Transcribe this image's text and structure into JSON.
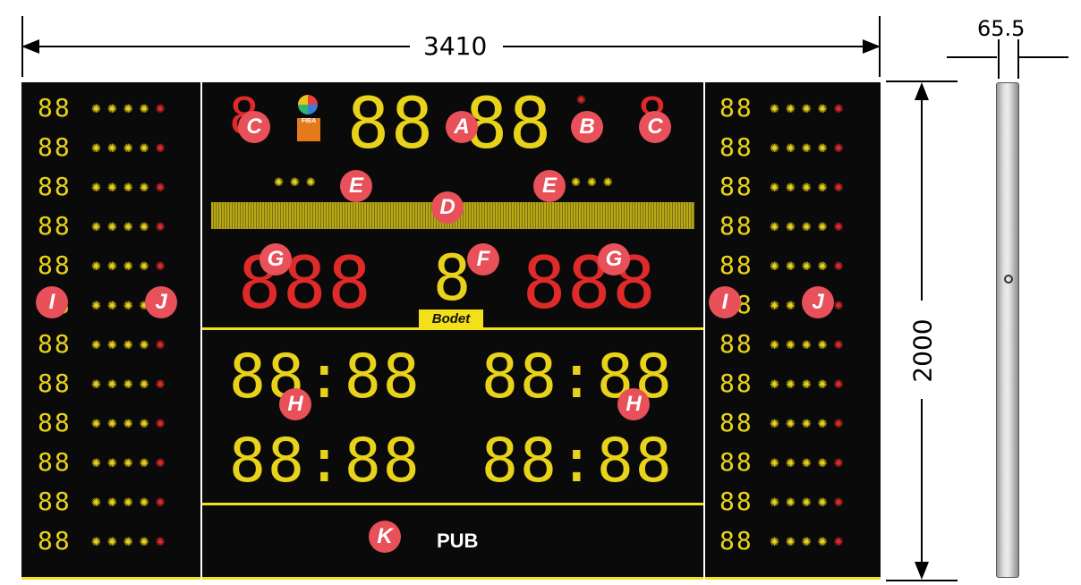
{
  "dimensions": {
    "width": "3410",
    "height": "2000",
    "depth": "65.5"
  },
  "brand": "Bodet",
  "fiba_logo": "FIBA",
  "pub_text": "PUB",
  "labels": {
    "A": "A",
    "B": "B",
    "C": "C",
    "D": "D",
    "E": "E",
    "F": "F",
    "G": "G",
    "H": "H",
    "I": "I",
    "J": "J",
    "K": "K"
  },
  "digits": {
    "player_number": "88",
    "main_clock_left": "88",
    "main_clock_right": "88",
    "period": "8",
    "score": "888",
    "clock": "88:88",
    "timeout_left": "8",
    "timeout_right": "8"
  },
  "colors": {
    "led_yellow": "#e9d21a",
    "led_red": "#e02a2a",
    "label_badge": "#e8505a",
    "panel": "#0a0a0a",
    "accent_line": "#f2e01a"
  }
}
